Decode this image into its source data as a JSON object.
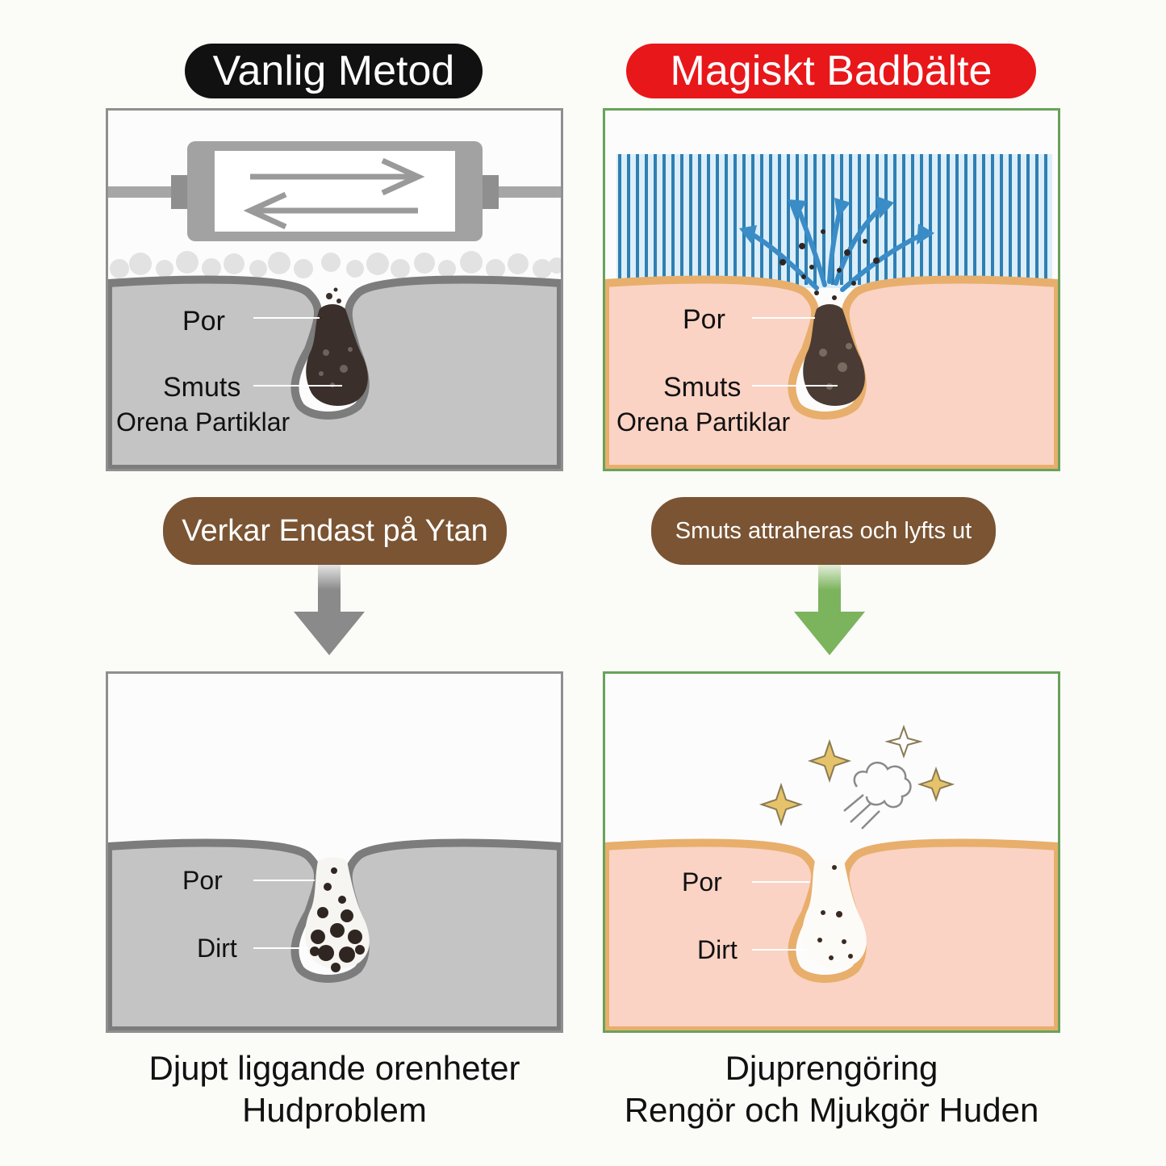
{
  "left_column": {
    "title": "Vanlig Metod",
    "title_color": "#111111",
    "top_panel": {
      "label_pore": "Por",
      "label_dirt": "Smuts",
      "label_particles": "Orena Partiklar"
    },
    "badge": "Verkar Endast på Ytan",
    "bottom_panel": {
      "label_pore": "Por",
      "label_dirt": "Dirt"
    },
    "caption_line1": "Djupt liggande orenheter",
    "caption_line2": "Hudproblem"
  },
  "right_column": {
    "title": "Magiskt Badbälte",
    "title_color": "#e8171a",
    "top_panel": {
      "label_pore": "Por",
      "label_dirt": "Smuts",
      "label_particles": "Orena Partiklar"
    },
    "badge": "Smuts attraheras och lyfts ut",
    "bottom_panel": {
      "label_pore": "Por",
      "label_dirt": "Dirt"
    },
    "caption_line1": "Djuprengöring",
    "caption_line2": "Rengör och Mjukgör Huden"
  },
  "colors": {
    "badge_brown": "#7a5433",
    "grey_frame": "#8f8f8f",
    "green_frame": "#69a25a",
    "skin_pink": "#fad3c4",
    "skin_edge": "#e8ae6c",
    "grey_skin": "#c4c4c4",
    "bristle_blue": "#2f7fb2",
    "arrow_grey": "#8a8a8a",
    "arrow_green": "#7cb35d"
  },
  "icons": {
    "left_top": "scrub-brush-arrows-icon",
    "right_top": "bristle-brush-icon",
    "right_bottom": "sparkle-icon"
  }
}
